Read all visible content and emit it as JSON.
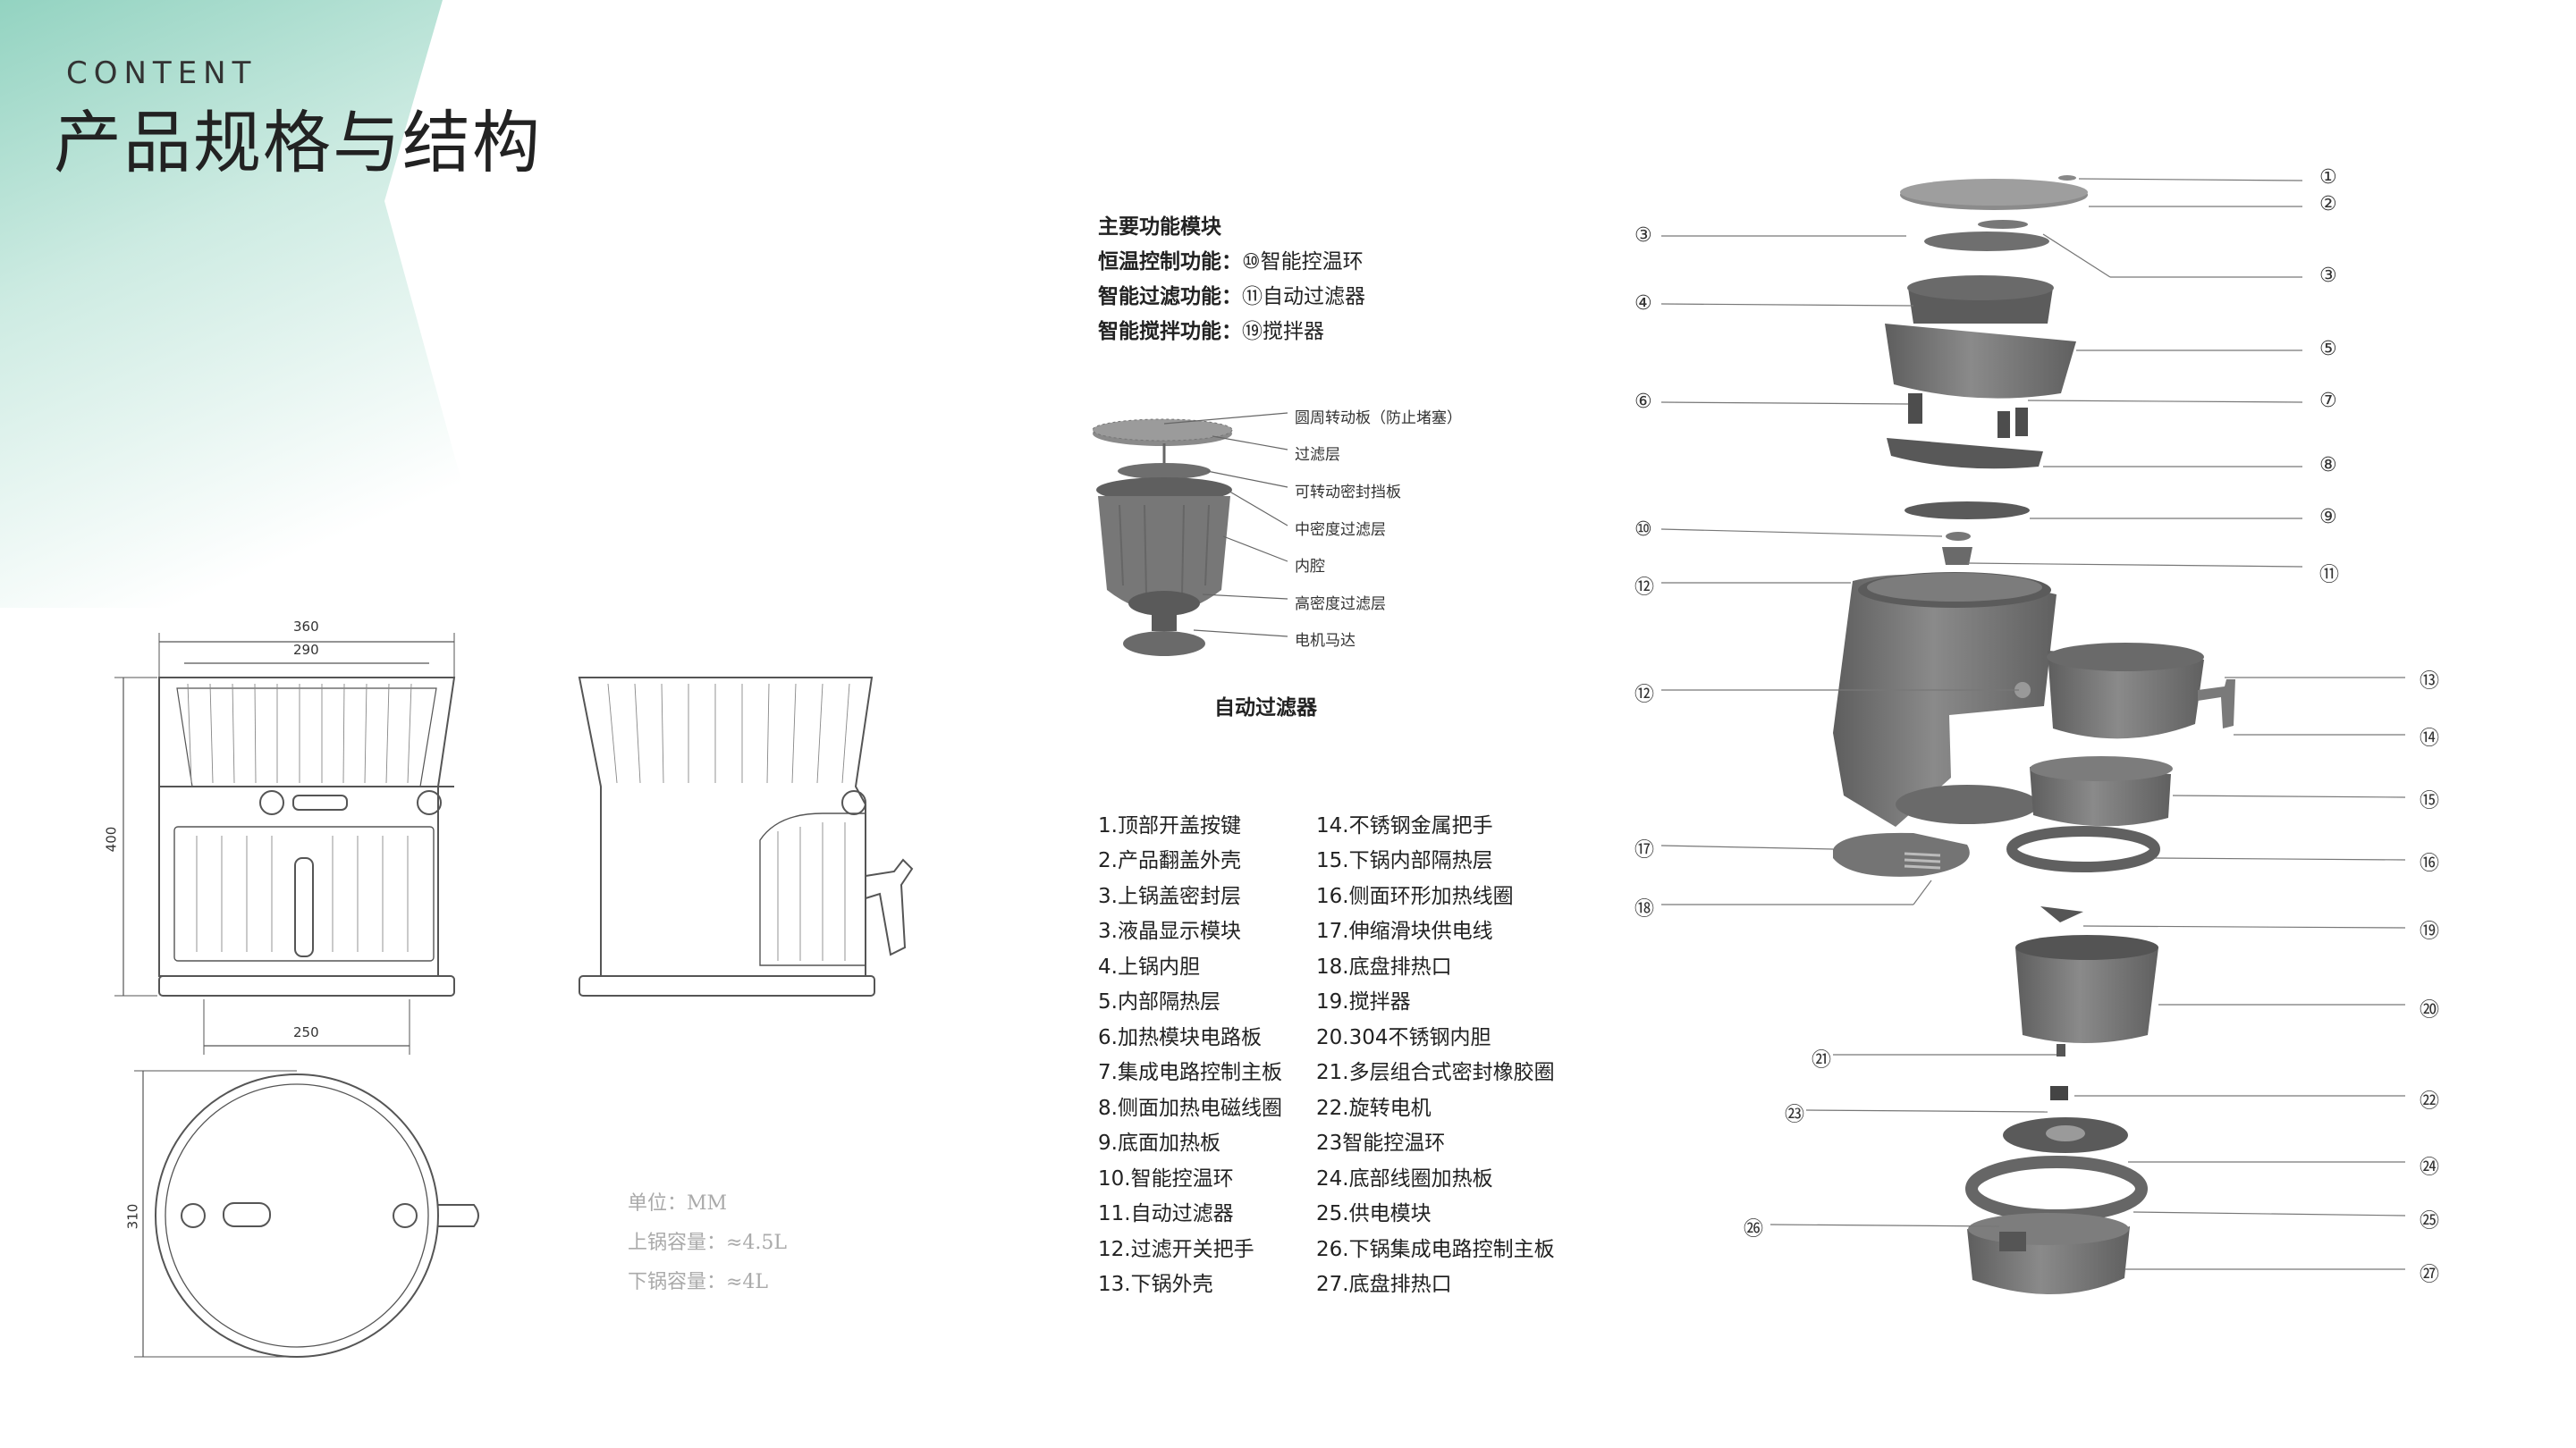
{
  "header": {
    "eyebrow": "CONTENT",
    "title": "产品规格与结构"
  },
  "modules": {
    "title": "主要功能模块",
    "lines": [
      {
        "label": "恒温控制功能：",
        "value": "⑩智能控温环"
      },
      {
        "label": "智能过滤功能：",
        "value": "⑪自动过滤器"
      },
      {
        "label": "智能搅拌功能：",
        "value": "⑲搅拌器"
      }
    ]
  },
  "filter": {
    "caption": "自动过滤器",
    "labels": [
      "圆周转动板（防止堵塞）",
      "过滤层",
      "可转动密封挡板",
      "中密度过滤层",
      "内腔",
      "高密度过滤层",
      "电机马达"
    ]
  },
  "parts_left": [
    "1.顶部开盖按键",
    "2.产品翻盖外壳",
    "3.上锅盖密封层",
    "3.液晶显示模块",
    "4.上锅内胆",
    "5.内部隔热层",
    "6.加热模块电路板",
    "7.集成电路控制主板",
    "8.侧面加热电磁线圈",
    "9.底面加热板",
    "10.智能控温环",
    "11.自动过滤器",
    "12.过滤开关把手",
    "13.下锅外壳"
  ],
  "parts_right": [
    "14.不锈钢金属把手",
    "15.下锅内部隔热层",
    "16.侧面环形加热线圈",
    "17.伸缩滑块供电线",
    "18.底盘排热口",
    "19.搅拌器",
    "20.304不锈钢内胆",
    "21.多层组合式密封橡胶圈",
    "22.旋转电机",
    "23智能控温环",
    "24.底部线圈加热板",
    "25.供电模块",
    "26.下锅集成电路控制主板",
    "27.底盘排热口"
  ],
  "specs": {
    "unit": "单位：MM",
    "upper": "上锅容量：≈4.5L",
    "lower": "下锅容量：≈4L"
  },
  "dimensions": {
    "top_width": "360",
    "inner_width": "290",
    "height": "400",
    "base_width": "250",
    "plan_width": "310"
  },
  "callouts": {
    "right": [
      "①",
      "②",
      "③",
      "⑤",
      "⑦",
      "⑧",
      "⑨",
      "⑪",
      "⑬",
      "⑭",
      "⑮",
      "⑯",
      "⑲",
      "⑳",
      "㉒",
      "㉔",
      "㉕",
      "㉗"
    ],
    "left": [
      "③",
      "④",
      "⑥",
      "⑩",
      "⑫",
      "⑫",
      "⑰",
      "⑱",
      "㉑",
      "㉓",
      "㉖"
    ]
  },
  "colors": {
    "accent": "#9fd6c6",
    "body": "#707070",
    "line": "#555555"
  }
}
